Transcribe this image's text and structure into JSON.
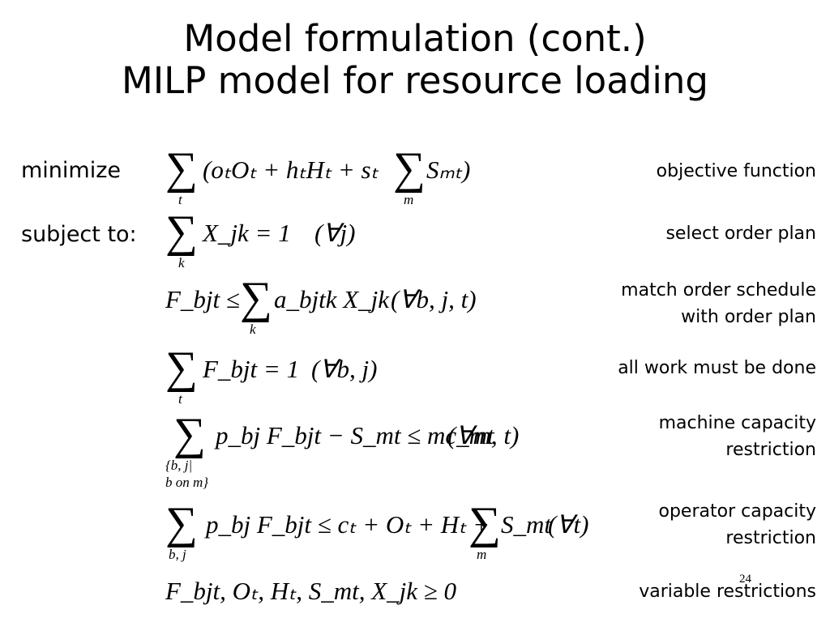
{
  "slide": {
    "title_line1": "Model formulation (cont.)",
    "title_line2": "MILP model for resource loading",
    "labels": {
      "minimize": "minimize",
      "subject_to": "subject to:"
    },
    "descriptions": {
      "objective": "objective function",
      "select_plan": "select order plan",
      "match_line1": "match order schedule",
      "match_line2": "with order plan",
      "all_work": "all work must be done",
      "machine_line1": "machine capacity",
      "machine_line2": "restriction",
      "operator_line1": "operator capacity",
      "operator_line2": "restriction",
      "variable": "variable restrictions"
    },
    "equations": {
      "objective": {
        "body": "(oₜOₜ + hₜHₜ + sₜ",
        "inner": "Sₘₜ)",
        "lim_outer": "t",
        "lim_inner": "m"
      },
      "select_plan": {
        "body": "X_jk = 1",
        "quantifier": "(∀j)",
        "lim": "k"
      },
      "match": {
        "body": "F_bjt ≤",
        "body2": "a_bjtk X_jk",
        "quantifier": "(∀b, j, t)",
        "lim": "k"
      },
      "all_work": {
        "body": "F_bjt = 1",
        "quantifier": "(∀b, j)",
        "lim": "t"
      },
      "machine": {
        "body": "p_bj F_bjt − S_mt ≤ mc_mt",
        "quantifier": "(∀m, t)",
        "lim_line1": "{b, j|",
        "lim_line2": "b on m}"
      },
      "operator": {
        "body": "p_bj F_bjt ≤ cₜ + Oₜ + Hₜ +",
        "body2": "S_mt",
        "quantifier": "(∀t)",
        "lim": "b, j",
        "lim2": "m"
      },
      "variable": {
        "body": "F_bjt, Oₜ, Hₜ, S_mt, X_jk ≥ 0"
      }
    },
    "page_number": "24"
  }
}
